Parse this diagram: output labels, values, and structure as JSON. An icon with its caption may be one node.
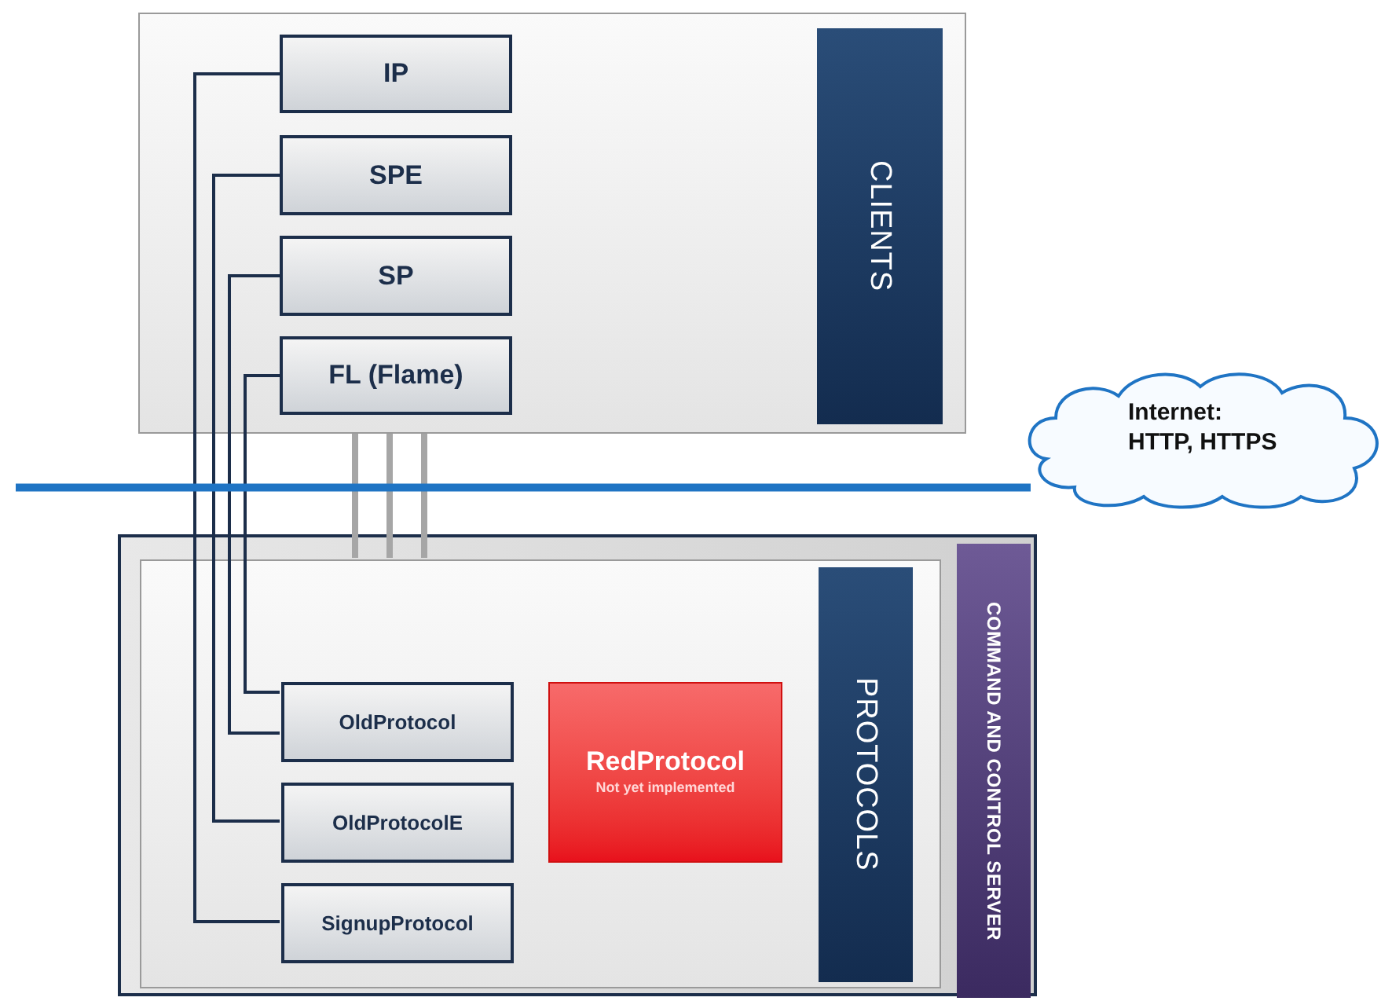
{
  "diagram": {
    "nodes": [
      {
        "text": [],
        "shape": "box"
      },
      {
        "text": [
          "CLIENTS"
        ],
        "in": 0
      },
      {
        "text": [
          "IP"
        ],
        "in": 0
      },
      {
        "text": [
          "SPE"
        ],
        "in": 0
      },
      {
        "text": [
          "SP"
        ],
        "in": 0
      },
      {
        "text": [
          "FL (Flame)"
        ],
        "in": 0
      },
      {
        "text": [
          "Internet: HTTP, HTTPS"
        ]
      },
      {
        "text": [],
        "shape": "box"
      },
      {
        "text": [
          "COMMAND AND CONTROL SERVER"
        ],
        "in": 7
      },
      {
        "text": [],
        "shape": "box",
        "in": 7
      },
      {
        "text": [
          "PROTOCOLS"
        ],
        "in": 9
      },
      {
        "text": [
          "OldProtocol"
        ],
        "in": 9
      },
      {
        "text": [
          "OldProtocolE"
        ],
        "in": 9
      },
      {
        "text": [
          "SignupProtocol"
        ],
        "in": 9
      },
      {
        "text": [
          "RedProtocol",
          "Not yet implemented"
        ],
        "in": 9
      }
    ],
    "edges": [
      {
        "from": 2,
        "to": 13,
        "arrow": "none"
      },
      {
        "from": 3,
        "to": 12,
        "arrow": "none"
      },
      {
        "from": 4,
        "to": 11,
        "arrow": "none"
      },
      {
        "from": 5,
        "to": 11,
        "arrow": "none"
      },
      {
        "from": 0,
        "to": 9,
        "arrow": "none",
        "style": "thick",
        "color": "#a6a6a6"
      },
      {
        "from": 0,
        "to": 9,
        "arrow": "none",
        "style": "thick",
        "color": "#a6a6a6"
      },
      {
        "from": 0,
        "to": 9,
        "arrow": "none",
        "style": "thick",
        "color": "#a6a6a6"
      },
      {
        "from": null,
        "to": 6,
        "arrow": "none",
        "style": "thick",
        "color": "#1f74c4"
      }
    ]
  }
}
